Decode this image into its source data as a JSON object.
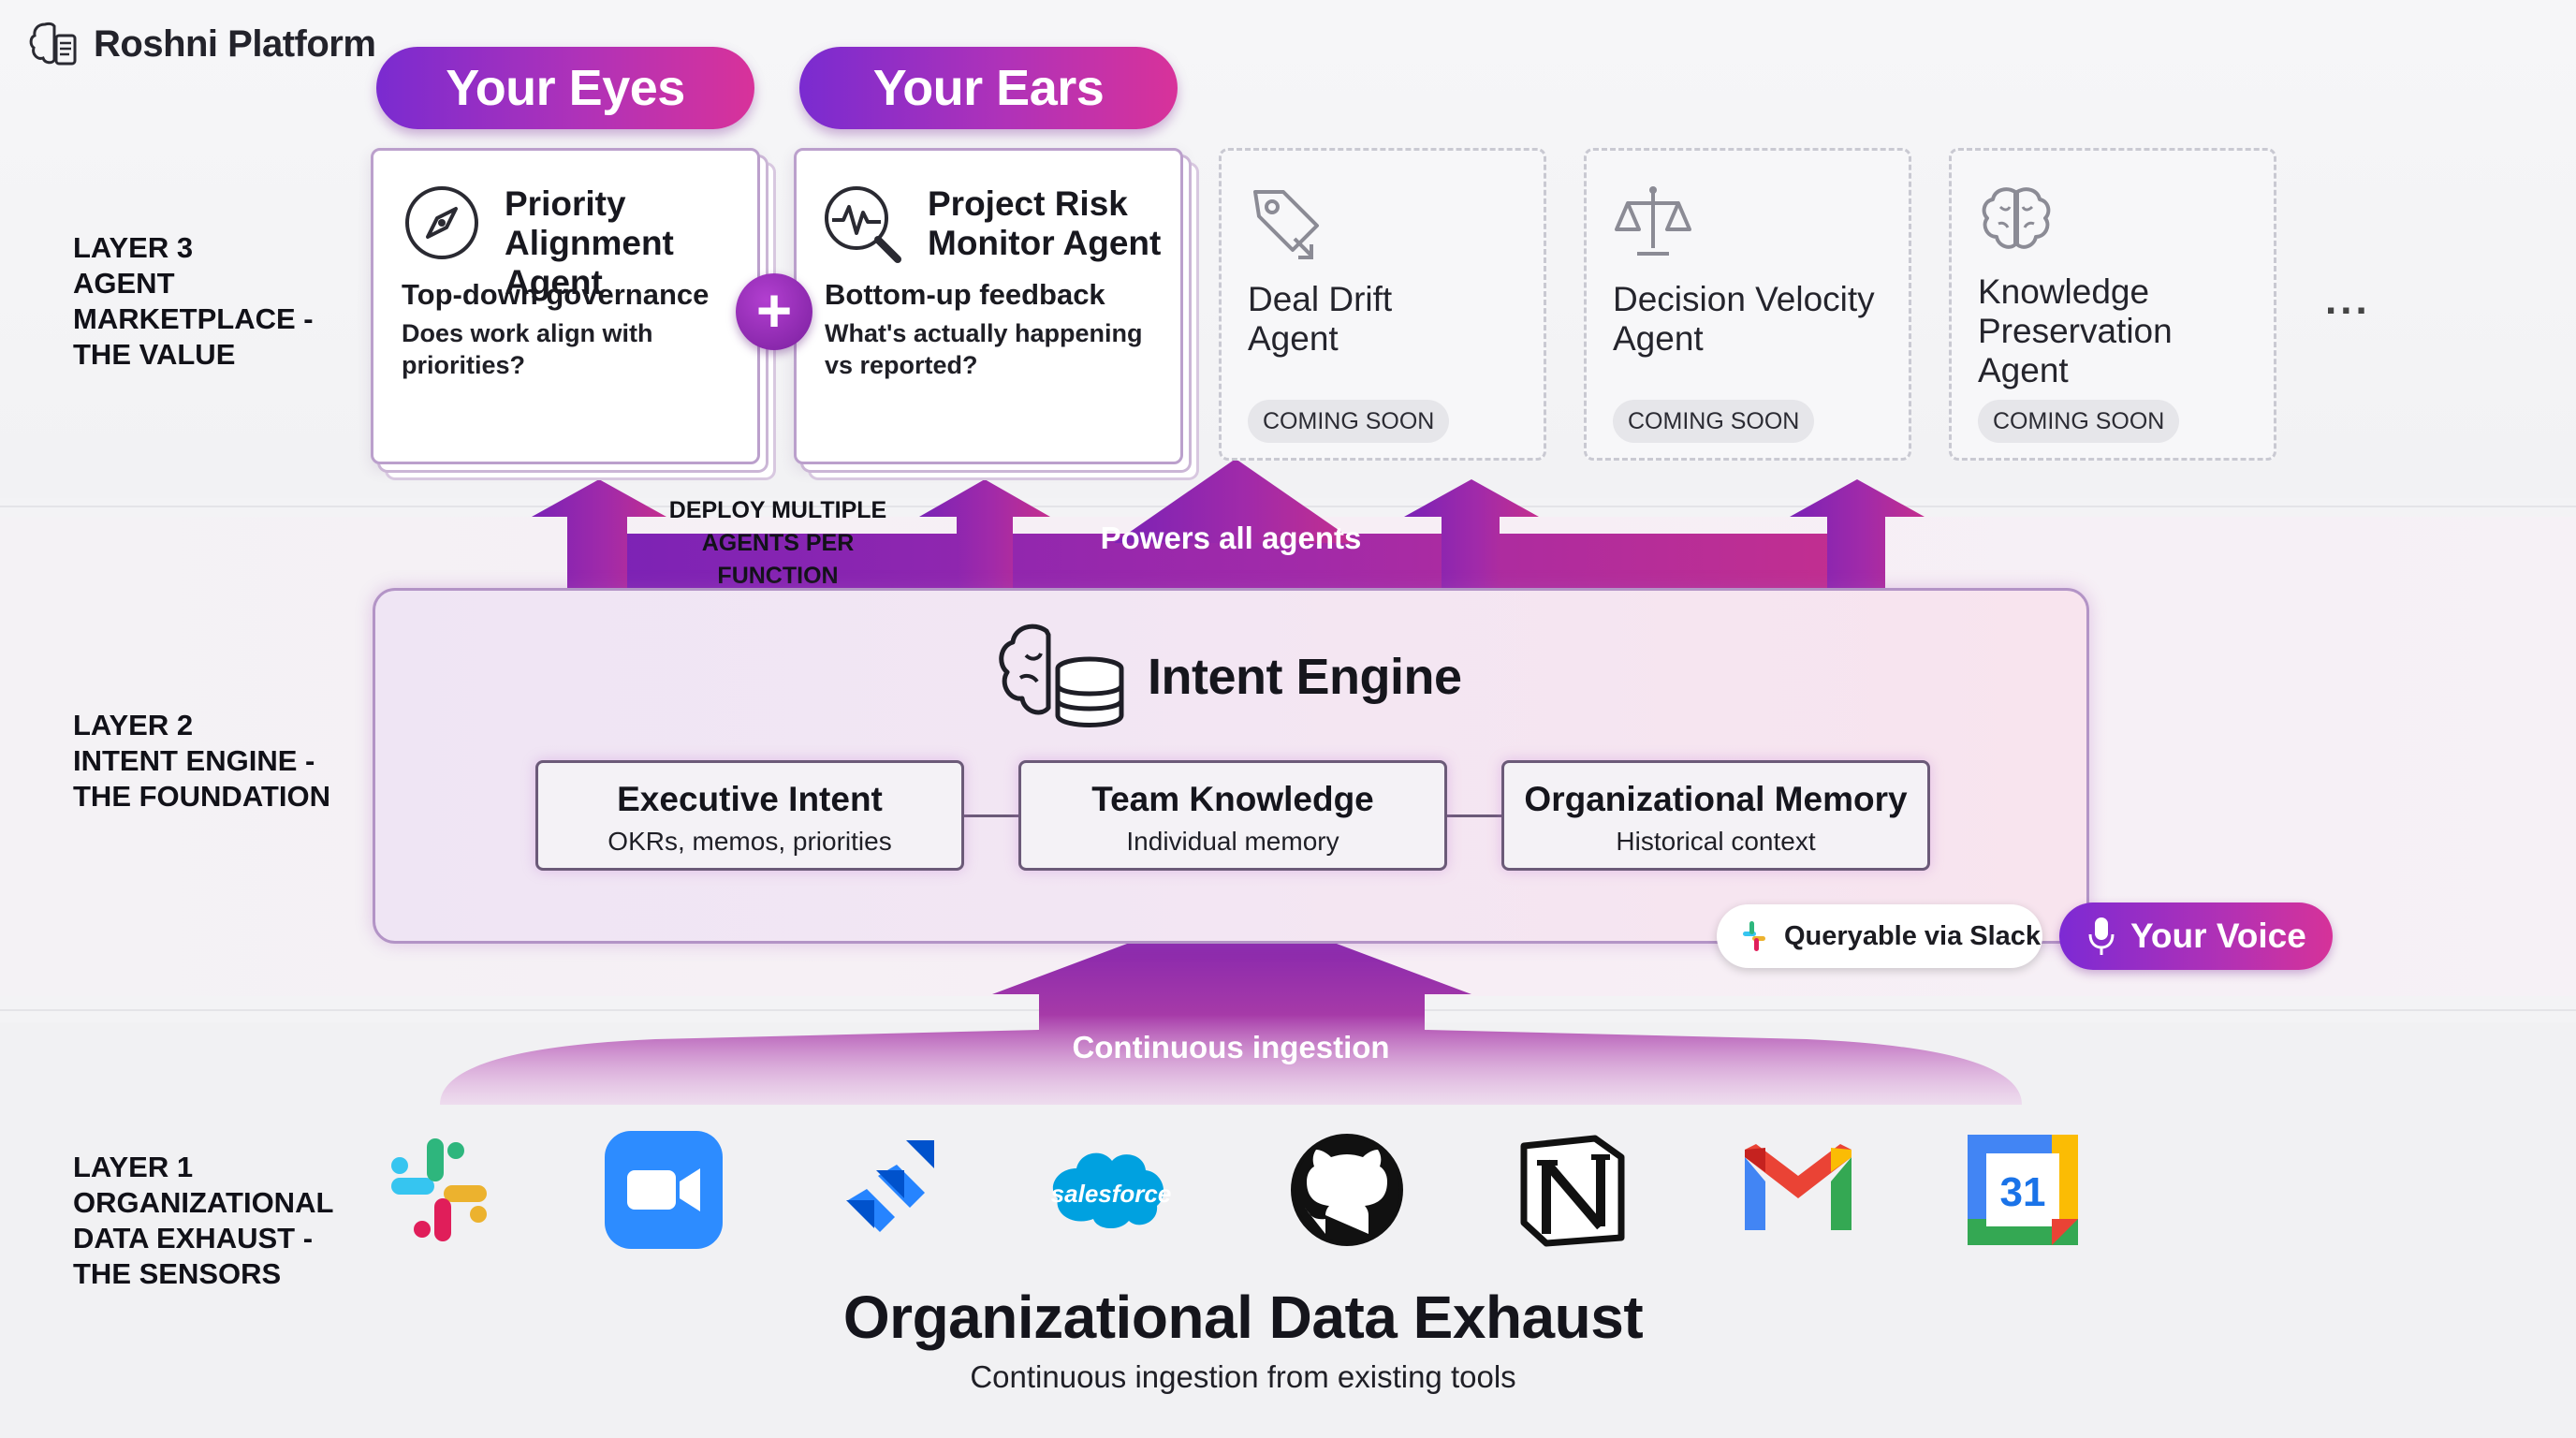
{
  "brand": {
    "name": "Roshni Platform",
    "icon": "brain-document-icon"
  },
  "layers": {
    "layer3": {
      "lines": [
        "LAYER 3",
        "AGENT",
        "MARKETPLACE -",
        "THE VALUE"
      ]
    },
    "layer2": {
      "lines": [
        "LAYER 2",
        "INTENT ENGINE -",
        "THE FOUNDATION"
      ]
    },
    "layer1": {
      "lines": [
        "LAYER 1",
        "ORGANIZATIONAL",
        "DATA EXHAUST -",
        "THE SENSORS"
      ]
    }
  },
  "pills": {
    "eyes": "Your Eyes",
    "ears": "Your Ears"
  },
  "agents": {
    "priority": {
      "title_lines": [
        "Priority",
        "Alignment Agent"
      ],
      "subtitle": "Top-down governance",
      "desc_lines": [
        "Does work align with",
        "priorities?"
      ],
      "icon": "compass-icon"
    },
    "risk": {
      "title_lines": [
        "Project Risk",
        "Monitor Agent"
      ],
      "subtitle": "Bottom-up feedback",
      "desc_lines": [
        "What's actually happening",
        "vs reported?"
      ],
      "icon": "pulse-magnifier-icon"
    },
    "deal": {
      "title_lines": [
        "Deal Drift",
        "Agent"
      ],
      "badge": "COMING SOON",
      "icon": "price-tag-icon"
    },
    "decision": {
      "title_lines": [
        "Decision Velocity",
        "Agent"
      ],
      "badge": "COMING SOON",
      "icon": "scales-icon"
    },
    "knowledge": {
      "title_lines": [
        "Knowledge",
        "Preservation",
        "Agent"
      ],
      "badge": "COMING SOON",
      "icon": "brain-icon"
    }
  },
  "plus_symbol": "+",
  "more_symbol": "...",
  "arrows": {
    "deploy_lines": [
      "DEPLOY MULTIPLE",
      "AGENTS PER FUNCTION"
    ],
    "powers": "Powers all agents",
    "ingestion": "Continuous ingestion"
  },
  "engine": {
    "title": "Intent Engine",
    "pillars": [
      {
        "title": "Executive Intent",
        "subtitle": "OKRs, memos, priorities"
      },
      {
        "title": "Team Knowledge",
        "subtitle": "Individual memory"
      },
      {
        "title": "Organizational Memory",
        "subtitle": "Historical context"
      }
    ],
    "slack_chip": "Queryable via Slack",
    "voice_chip": "Your Voice"
  },
  "tools": [
    {
      "name": "Slack",
      "icon": "slack-logo-icon"
    },
    {
      "name": "Zoom",
      "icon": "zoom-logo-icon"
    },
    {
      "name": "Jira",
      "icon": "jira-logo-icon"
    },
    {
      "name": "salesforce",
      "icon": "salesforce-logo-icon"
    },
    {
      "name": "GitHub",
      "icon": "github-logo-icon"
    },
    {
      "name": "Notion",
      "icon": "notion-logo-icon"
    },
    {
      "name": "Gmail",
      "icon": "gmail-logo-icon"
    },
    {
      "name": "31",
      "icon": "google-calendar-logo-icon"
    }
  ],
  "exhaust": {
    "title": "Organizational Data Exhaust",
    "subtitle": "Continuous ingestion from existing tools"
  },
  "colors": {
    "accent_purple": "#7a2bd0",
    "accent_magenta": "#d8329a",
    "arrow_purple": "#8a24b8"
  }
}
